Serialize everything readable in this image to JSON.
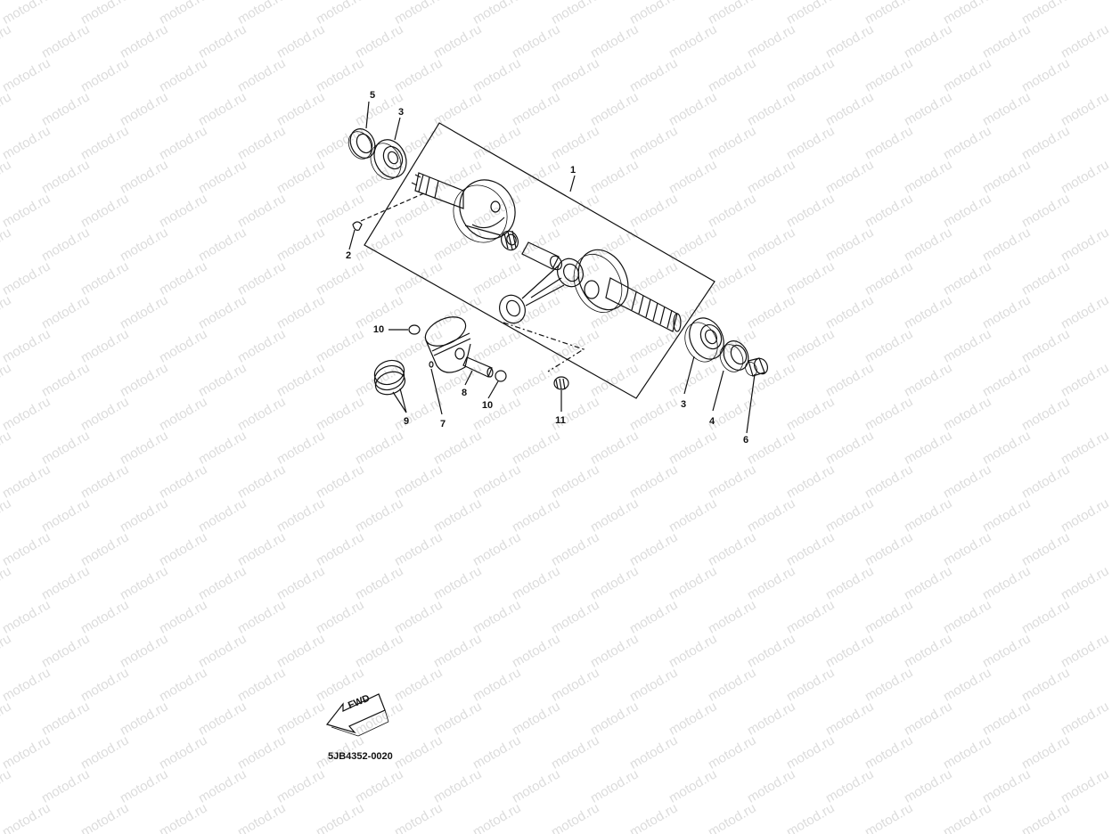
{
  "watermark": {
    "text": "motod.ru"
  },
  "callouts": {
    "c1": "1",
    "c2": "2",
    "c3a": "3",
    "c3b": "3",
    "c4": "4",
    "c5": "5",
    "c6": "6",
    "c7": "7",
    "c8": "8",
    "c9": "9",
    "c10a": "10",
    "c10b": "10",
    "c11": "11"
  },
  "direction_arrow": {
    "label": "FWD"
  },
  "diagram_code": "5JB4352-0020"
}
